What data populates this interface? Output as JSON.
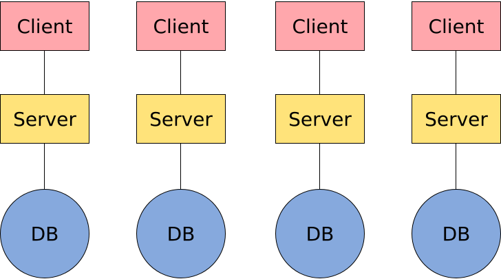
{
  "colors": {
    "client_fill": "#ffa7ac",
    "server_fill": "#ffe37a",
    "db_fill": "#86a9dd",
    "stroke": "#000000"
  },
  "stacks": [
    {
      "client": "Client",
      "server": "Server",
      "db": "DB"
    },
    {
      "client": "Client",
      "server": "Server",
      "db": "DB"
    },
    {
      "client": "Client",
      "server": "Server",
      "db": "DB"
    },
    {
      "client": "Client",
      "server": "Server",
      "db": "DB"
    }
  ]
}
